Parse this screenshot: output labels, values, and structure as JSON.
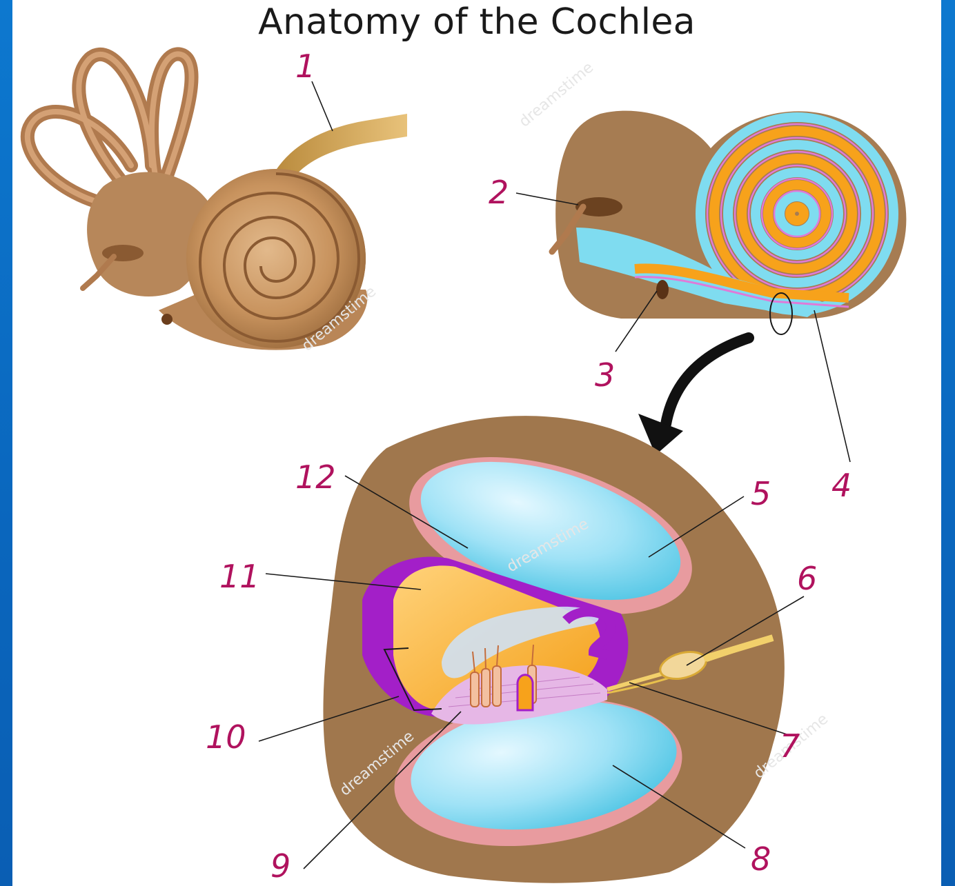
{
  "title": "Anatomy of the Cochlea",
  "watermark": "dreamstime",
  "labels": [
    "1",
    "2",
    "3",
    "4",
    "5",
    "6",
    "7",
    "8",
    "9",
    "10",
    "11",
    "12"
  ],
  "colors": {
    "frame": "#0a6fc4",
    "label_ink": "#b0125e",
    "bone": "#a67c52",
    "duct_blue": "#7fdcf0",
    "duct_orange": "#f7a21b",
    "membrane_purple": "#a31fc8"
  }
}
